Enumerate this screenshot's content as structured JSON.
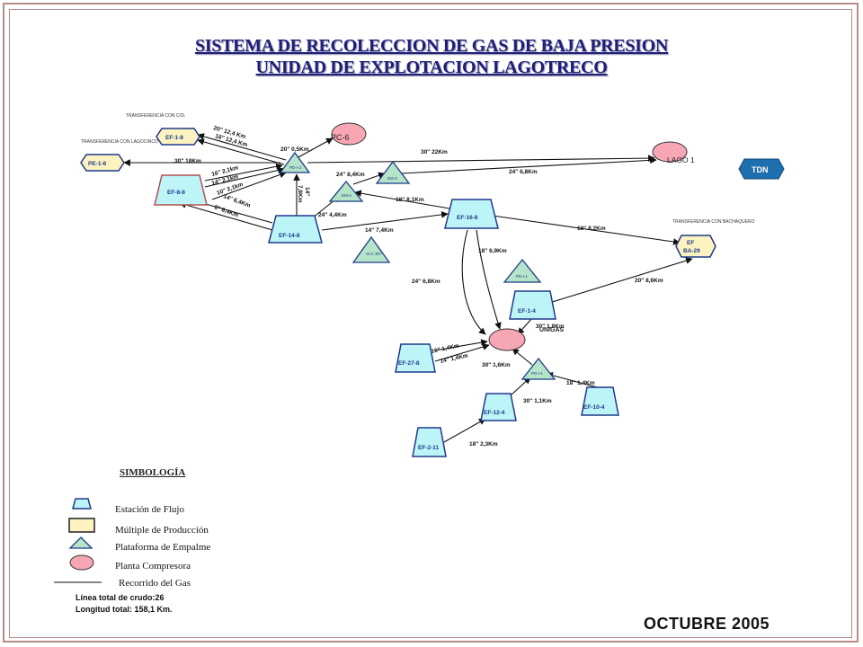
{
  "title": {
    "line1": "SISTEMA DE RECOLECCION DE GAS DE BAJA PRESION",
    "line2": "UNIDAD DE EXPLOTACION LAGOTRECO"
  },
  "colors": {
    "flow_station": "#bdf4f8",
    "manifold": "#fdf3c0",
    "junction": "#b5e4c8",
    "compressor": "#f7a7b3",
    "stroke": "#1f3a8a",
    "tdn": "#1e6fae"
  },
  "annotations": {
    "transfer_col": "TRANSFERENCIA CON COL",
    "transfer_lagocinco": "TRANSFERENCIA CON LAGOCINCO",
    "transfer_bachaquero": "TRANSFERENCIA CON BACHAQUERO"
  },
  "nodes": {
    "ef_1_8": "EF-1-8",
    "pe_1_6": "PE-1-6",
    "ef_8_8": "EF-8-8",
    "pc_6": "PC-6",
    "pdj_upper": "PD-I-3",
    "em_right": "EM-3",
    "em_left": "EM-4",
    "lago_1": "LAGO 1",
    "tdn": "TDN",
    "ef_14_8": "EF-14-8",
    "ef_16_8": "EF-16-8",
    "vlc": "VLC 307",
    "ef_ba_29_line1": "EF",
    "ef_ba_29_line2": "BA-29",
    "pdj_mid": "PD-I-1",
    "ef_1_4": "EF-1-4",
    "unigas": "UNIGAS",
    "ef_27_8": "EF-27-8",
    "pdj_low": "PD-I-1",
    "ef_12_4": "EF-12-4",
    "ef_10_4": "EF-10-4",
    "ef_2_11": "EF-2-11"
  },
  "lines": {
    "l1": "20'' 12,4 Km",
    "l2": "16'' 12,4 Km",
    "l3": "20'' 0,5Km",
    "l4": "30'' 22Km",
    "l5": "30'' 18Km",
    "l6": "16'' 2,1km",
    "l7": "14'' 2,1km",
    "l8": "10'' 2,1km",
    "l9": "24'' 8,4Km",
    "l10": "24'' 6,8Km",
    "l11": "14''",
    "l12": "7,8Km",
    "l13": "14'' 6,4Km",
    "l14": "6'' 6,4Km",
    "l15": "24'' 4,4Km",
    "l16": "18'' 8,1Km",
    "l17": "14'' 7,4Km",
    "l18": "18'' 8,2Km",
    "l19": "18'' 6,9Km",
    "l20": "24'' 6,8Km",
    "l21": "20'' 8,6Km",
    "l22": "30'' 1,8Km",
    "l23": "16'' 1,4Km",
    "l24": "14'' 1,4Km",
    "l25": "30'' 1,6Km",
    "l26": "18'' 1,4Km",
    "l27": "30'' 1,1Km",
    "l28": "18'' 2,3Km"
  },
  "legend": {
    "heading": "SIMBOLOGÍA",
    "flow_station": "Estación de Flujo",
    "manifold": "Múltiple de Producción",
    "junction": "Plataforma de Empalme",
    "compressor": "Planta Compresora",
    "route": "Recorrido del Gas"
  },
  "notes": {
    "crude_lines": "Línea total de crudo:26",
    "total_length": "Longitud total: 158,1 Km."
  },
  "date": "OCTUBRE 2005"
}
